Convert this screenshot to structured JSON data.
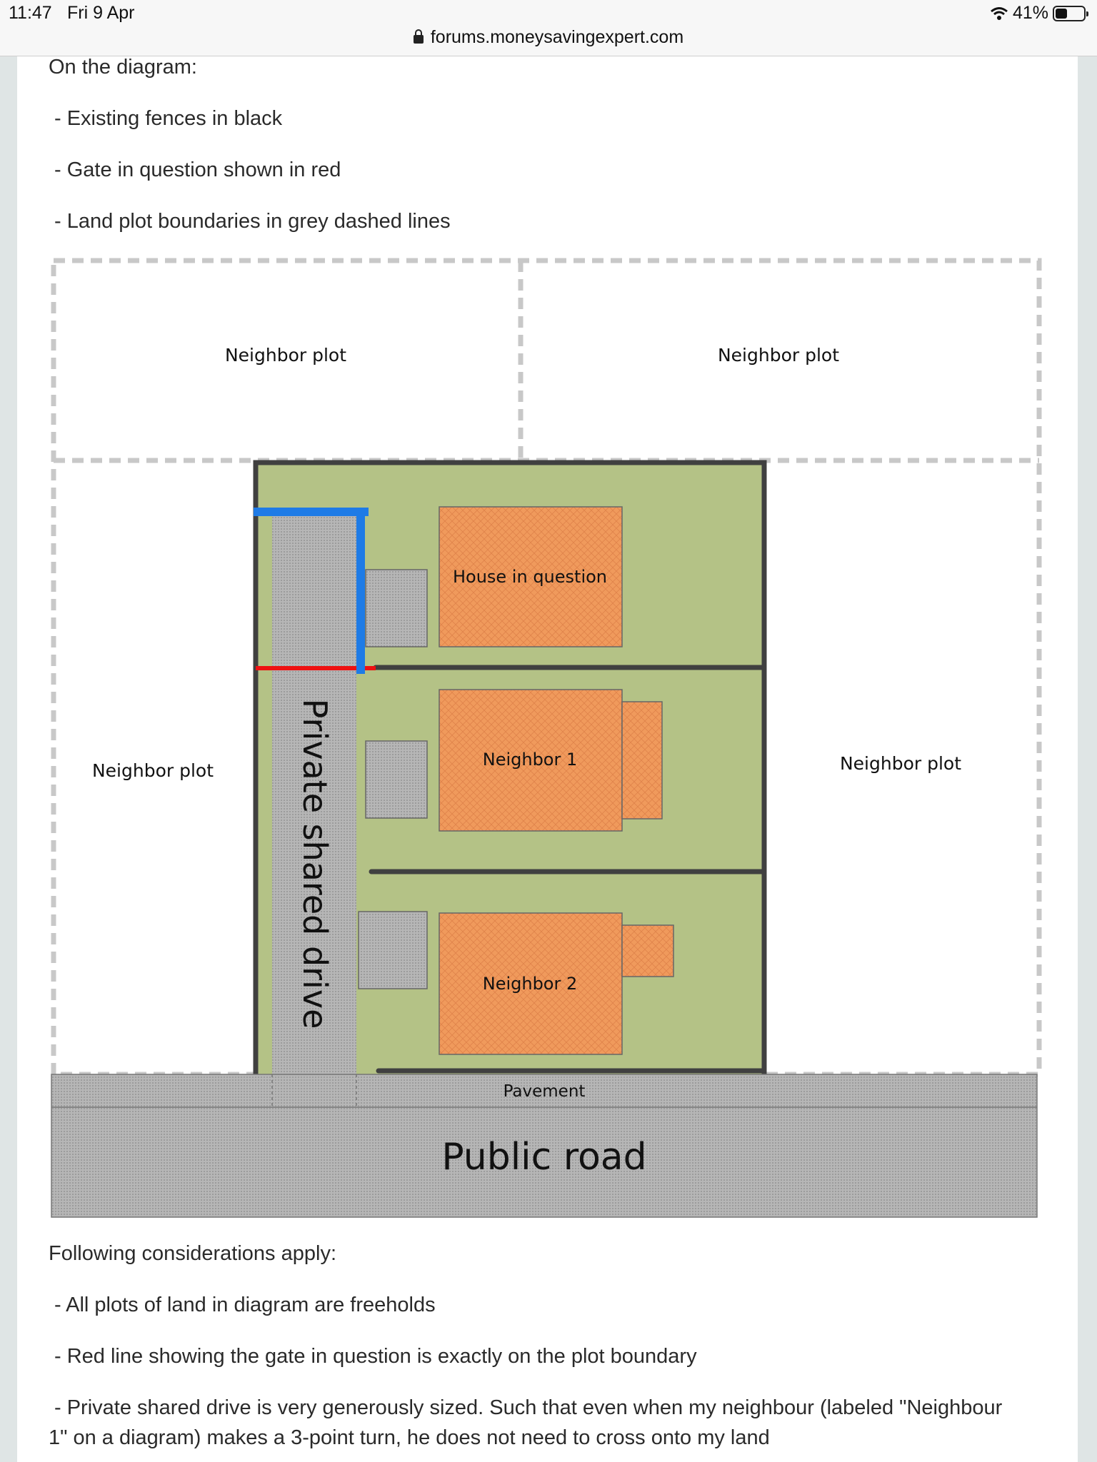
{
  "status_bar": {
    "time": "11:47",
    "date": "Fri 9 Apr",
    "battery": "41%",
    "icons": [
      "wifi-icon",
      "battery-icon"
    ]
  },
  "address_bar": {
    "url": "forums.moneysavingexpert.com",
    "icon": "lock-icon"
  },
  "post": {
    "intro": "On the diagram:",
    "legend": [
      "- Existing fences in black",
      "- Gate in question shown in red",
      "- Land plot boundaries in grey dashed lines"
    ],
    "considerations_heading": "Following considerations apply:",
    "considerations": [
      "- All plots of land in diagram are freeholds",
      "- Red line showing the gate in question is exactly on the plot boundary",
      "- Private shared drive is very generously sized. Such that even when my neighbour (labeled \"Neighbour",
      "1\" on a diagram) makes a 3-point turn, he does not need to cross onto my land"
    ]
  },
  "diagram": {
    "neighbor_plot_label": "Neighbor plot",
    "house_label": "House in question",
    "neighbor1_label": "Neighbor 1",
    "neighbor2_label": "Neighbor 2",
    "drive_label": "Private shared drive",
    "pavement_label": "Pavement",
    "road_label": "Public road",
    "colors": {
      "lawn": "#b4c286",
      "house": "#f09a5c",
      "fence": "#404040",
      "gate": "#ee1111",
      "blue_line": "#1e7be6",
      "paving": "#a8a8a8",
      "boundary": "#c8c8c8"
    }
  }
}
